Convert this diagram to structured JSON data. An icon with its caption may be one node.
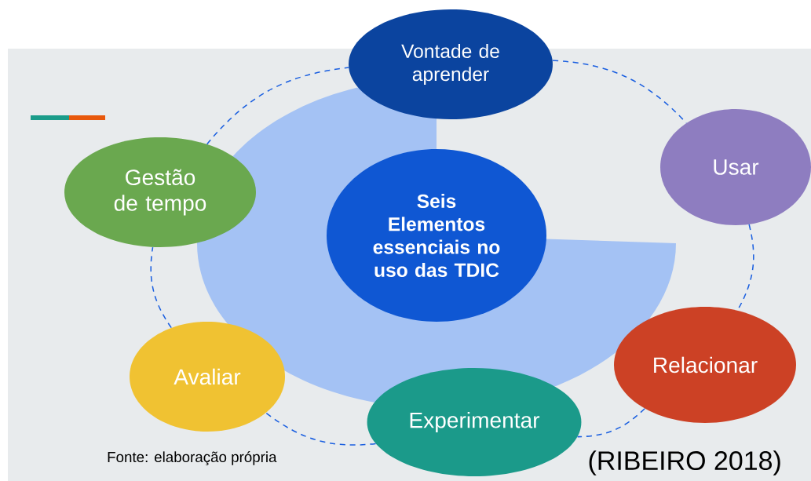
{
  "diagram": {
    "nodes": [
      {
        "text": [
          "Seis Elementos essenciais no uso das TDIC"
        ]
      },
      {
        "text": [
          "Vontade de aprender"
        ]
      },
      {
        "text": [
          "Usar"
        ]
      },
      {
        "text": [
          "Relacionar"
        ]
      },
      {
        "text": [
          "Experimentar"
        ]
      },
      {
        "text": [
          "Avaliar"
        ]
      },
      {
        "text": [
          "Gestão de tempo"
        ]
      }
    ],
    "edges": [
      {
        "from": 1,
        "to": 2,
        "arrow": "none",
        "style": "dashed"
      },
      {
        "from": 2,
        "to": 3,
        "arrow": "none",
        "style": "dashed"
      },
      {
        "from": 3,
        "to": 4,
        "arrow": "none",
        "style": "dashed"
      },
      {
        "from": 4,
        "to": 5,
        "arrow": "none",
        "style": "dashed"
      },
      {
        "from": 5,
        "to": 6,
        "arrow": "none",
        "style": "dashed"
      },
      {
        "from": 6,
        "to": 1,
        "arrow": "none",
        "style": "dashed"
      }
    ],
    "labels": [
      "Fonte: elaboração própria",
      "(RIBEIRO 2018)"
    ]
  }
}
